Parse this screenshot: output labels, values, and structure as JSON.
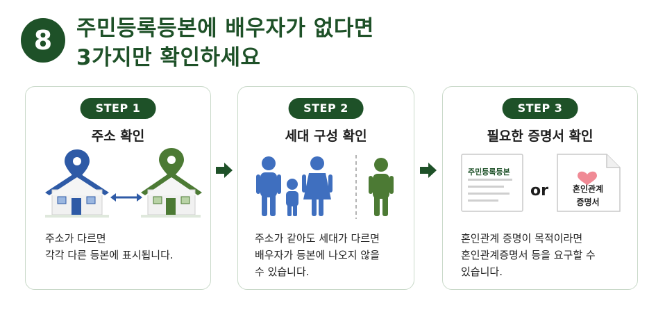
{
  "badge": {
    "number": "8"
  },
  "title": {
    "line1": "주민등록등본에 배우자가 없다면",
    "line2": "3가지만 확인하세요"
  },
  "colors": {
    "accent": "#1e5128",
    "blue": "#2e5aa6",
    "green": "#4c7a34"
  },
  "steps": [
    {
      "label": "STEP 1",
      "heading": "주소 확인",
      "desc_line1": "주소가 다르면",
      "desc_line2": "각각 다른 등본에 표시됩니다.",
      "icons": [
        "location-pin-icon",
        "house-icon",
        "double-arrow-icon"
      ]
    },
    {
      "label": "STEP 2",
      "heading": "세대 구성 확인",
      "desc_line1": "주소가 같아도 세대가 다르면",
      "desc_line2": "배우자가 등본에 나오지 않을",
      "desc_line3": "수 있습니다.",
      "icons": [
        "family-icon",
        "person-icon"
      ]
    },
    {
      "label": "STEP 3",
      "heading": "필요한 증명서 확인",
      "desc_line1": "혼인관계 증명이 목적이라면",
      "desc_line2": "혼인관계증명서 등을 요구할 수",
      "desc_line3": "있습니다.",
      "doc_title": "주민등록등본",
      "or": "or",
      "cert_line1": "혼인관계",
      "cert_line2": "증명서",
      "icons": [
        "document-icon",
        "heart-icon"
      ]
    }
  ]
}
